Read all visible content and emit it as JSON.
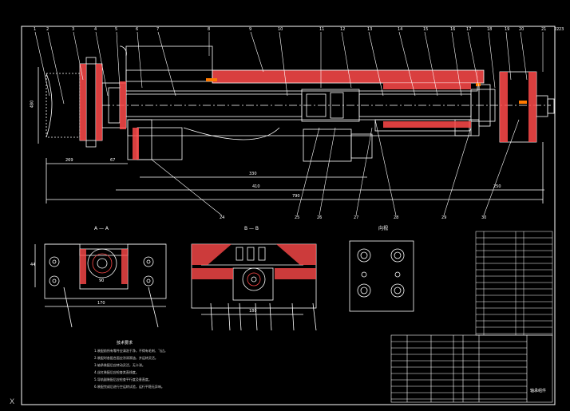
{
  "drawing": {
    "colors": {
      "background": "#000000",
      "line": "#ffffff",
      "hatch": "#ff4a4a",
      "accent": "#ff7a00"
    },
    "top_callouts": [
      "1",
      "2",
      "3",
      "4",
      "5",
      "6",
      "7",
      "8",
      "9",
      "10",
      "11",
      "12",
      "13",
      "14",
      "15",
      "16",
      "17",
      "18",
      "19",
      "20",
      "21",
      "22",
      "23"
    ],
    "bottom_callouts": [
      "24",
      "25",
      "26",
      "27",
      "28",
      "29",
      "30"
    ],
    "section_titles": {
      "a": "A — A",
      "b": "B — B",
      "view": "向视"
    },
    "main_dims": {
      "d1": "269",
      "d2": "67",
      "d3": "330",
      "d4": "410",
      "d5": "790",
      "d6": "250",
      "left_vertical": "480"
    },
    "section_a_dims": {
      "height": "44",
      "inner": "90",
      "width": "170"
    },
    "section_b_dims": {
      "width": "180"
    },
    "notes": {
      "title": "技术要求",
      "lines": [
        "1.装配前所有零件应清洗干净，不得有毛刺、飞边。",
        "2.装配时各配合面应涂润滑油，并运转灵活。",
        "3.轴承装配后应转动灵活，无卡滞。",
        "4.丝杠装配后应检查其直线度。",
        "5.导轨副装配后应检查平行度及垂直度。",
        "6.装配完成后进行空运转试验，运行平稳无异响。"
      ]
    },
    "title_block": {
      "drawing_name": "轴承组件"
    },
    "ucs_label": "X"
  }
}
